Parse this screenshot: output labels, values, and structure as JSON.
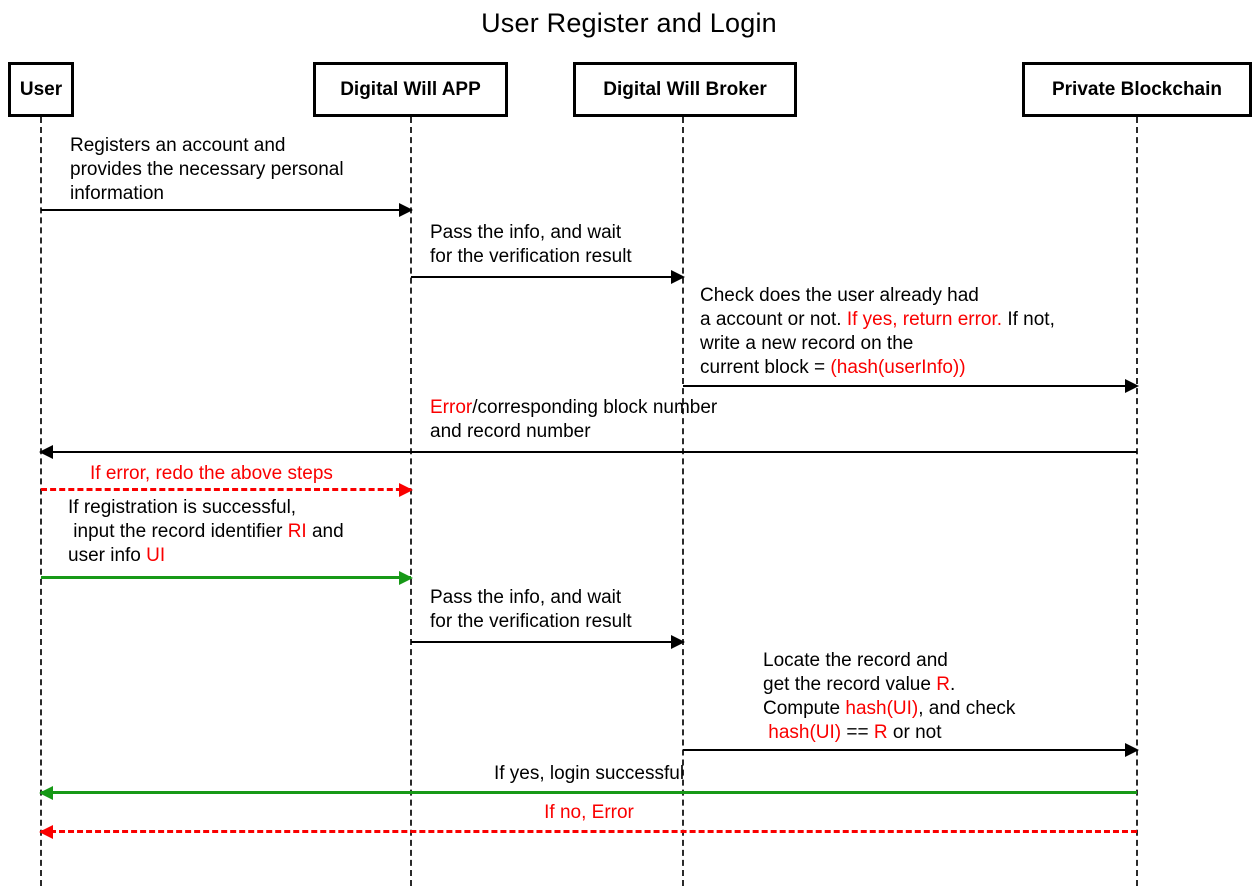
{
  "title": "User Register and Login",
  "diagram_type": "sequence-diagram",
  "colors": {
    "black": "#000000",
    "error_red": "#fa0000",
    "success_green": "#179917",
    "background": "#ffffff"
  },
  "participants": [
    {
      "label": "User"
    },
    {
      "label": "Digital Will APP"
    },
    {
      "label": "Digital Will Broker"
    },
    {
      "label": "Private Blockchain"
    }
  ],
  "messages": [
    {
      "from": "User",
      "to": "Digital Will APP",
      "line": "solid",
      "color": "black",
      "lines": [
        [
          {
            "t": "Registers an account and"
          }
        ],
        [
          {
            "t": "provides the necessary personal"
          }
        ],
        [
          {
            "t": "information"
          }
        ]
      ]
    },
    {
      "from": "Digital Will APP",
      "to": "Digital Will Broker",
      "line": "solid",
      "color": "black",
      "lines": [
        [
          {
            "t": "Pass the info, and wait"
          }
        ],
        [
          {
            "t": "for the verification result"
          }
        ]
      ]
    },
    {
      "from": "Digital Will Broker",
      "to": "Private Blockchain",
      "line": "solid",
      "color": "black",
      "lines": [
        [
          {
            "t": "Check does the user already had"
          }
        ],
        [
          {
            "t": "a account or not. "
          },
          {
            "t": "If yes, return error.",
            "c": "red"
          },
          {
            "t": " If not,"
          }
        ],
        [
          {
            "t": "write a new record on the"
          }
        ],
        [
          {
            "t": "current block = "
          },
          {
            "t": "(hash(userInfo))",
            "c": "red"
          }
        ]
      ]
    },
    {
      "from": "Private Blockchain",
      "to": "User",
      "line": "solid",
      "color": "black",
      "lines": [
        [
          {
            "t": "Error",
            "c": "red"
          },
          {
            "t": "/corresponding block number"
          }
        ],
        [
          {
            "t": "and record number"
          }
        ]
      ]
    },
    {
      "from": "User",
      "to": "Digital Will APP",
      "line": "dashed",
      "color": "red",
      "lines": [
        [
          {
            "t": "If error, redo the above steps",
            "c": "red"
          }
        ]
      ]
    },
    {
      "from": "User",
      "to": "Digital Will APP",
      "line": "solid",
      "color": "green",
      "lines": [
        [
          {
            "t": "If registration is successful,"
          }
        ],
        [
          {
            "t": " input the record identifier "
          },
          {
            "t": "RI",
            "c": "red"
          },
          {
            "t": " and"
          }
        ],
        [
          {
            "t": "user info "
          },
          {
            "t": "UI",
            "c": "red"
          }
        ]
      ]
    },
    {
      "from": "Digital Will APP",
      "to": "Digital Will Broker",
      "line": "solid",
      "color": "black",
      "lines": [
        [
          {
            "t": "Pass the info, and wait"
          }
        ],
        [
          {
            "t": "for the verification result"
          }
        ]
      ]
    },
    {
      "from": "Digital Will Broker",
      "to": "Private Blockchain",
      "line": "solid",
      "color": "black",
      "lines": [
        [
          {
            "t": "Locate the record and"
          }
        ],
        [
          {
            "t": "get the record value "
          },
          {
            "t": "R",
            "c": "red"
          },
          {
            "t": "."
          }
        ],
        [
          {
            "t": "Compute "
          },
          {
            "t": "hash(UI)",
            "c": "red"
          },
          {
            "t": ", and check"
          }
        ],
        [
          {
            "t": " "
          },
          {
            "t": "hash(UI)",
            "c": "red"
          },
          {
            "t": " == "
          },
          {
            "t": "R",
            "c": "red"
          },
          {
            "t": " or not"
          }
        ]
      ]
    },
    {
      "from": "Private Blockchain",
      "to": "User",
      "line": "solid",
      "color": "green",
      "lines": [
        [
          {
            "t": "If yes, login successful"
          }
        ]
      ]
    },
    {
      "from": "Private Blockchain",
      "to": "User",
      "line": "dashed",
      "color": "red",
      "lines": [
        [
          {
            "t": "If no, Error",
            "c": "red"
          }
        ]
      ]
    }
  ]
}
